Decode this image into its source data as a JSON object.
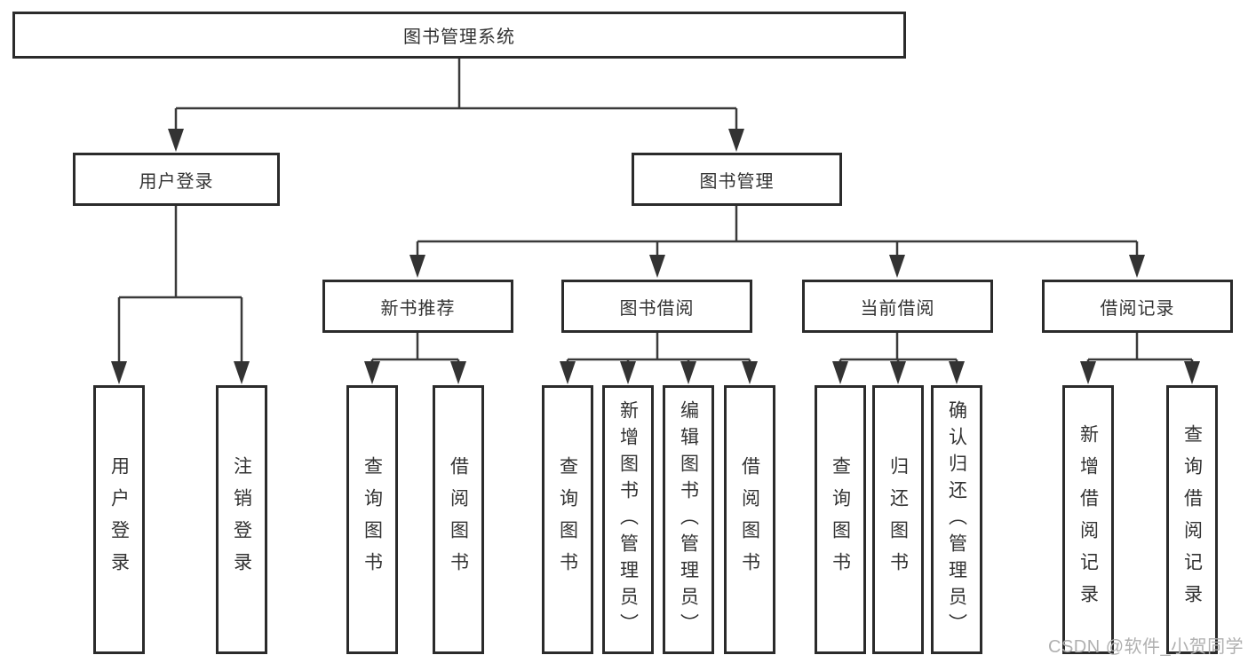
{
  "root": {
    "label": "图书管理系统"
  },
  "level2": {
    "user_login": "用户登录",
    "book_management": "图书管理"
  },
  "level3": {
    "new_book_recommendation": "新书推荐",
    "book_borrowing": "图书借阅",
    "current_borrowing": "当前借阅",
    "borrowing_records": "借阅记录"
  },
  "leaves": {
    "user_login": "用户登录",
    "logout": "注销登录",
    "nb_query_books": "查询图书",
    "nb_borrow_books": "借阅图书",
    "bb_query_books": "查询图书",
    "bb_add_books_admin": "新增图书（管理员）",
    "bb_edit_books_admin": "编辑图书（管理员）",
    "bb_borrow_books": "借阅图书",
    "cb_query_books": "查询图书",
    "cb_return_books": "归还图书",
    "cb_confirm_return_admin": "确认归还（管理员）",
    "br_add_borrow_record": "新增借阅记录",
    "br_query_borrow_record": "查询借阅记录"
  },
  "watermark": {
    "text": "CSDN @软件_小贺同学"
  },
  "colors": {
    "line": "#3a3a3a",
    "border": "#2b2b2b",
    "text": "#333333",
    "background": "#ffffff",
    "watermark": "#b0b0b0"
  }
}
